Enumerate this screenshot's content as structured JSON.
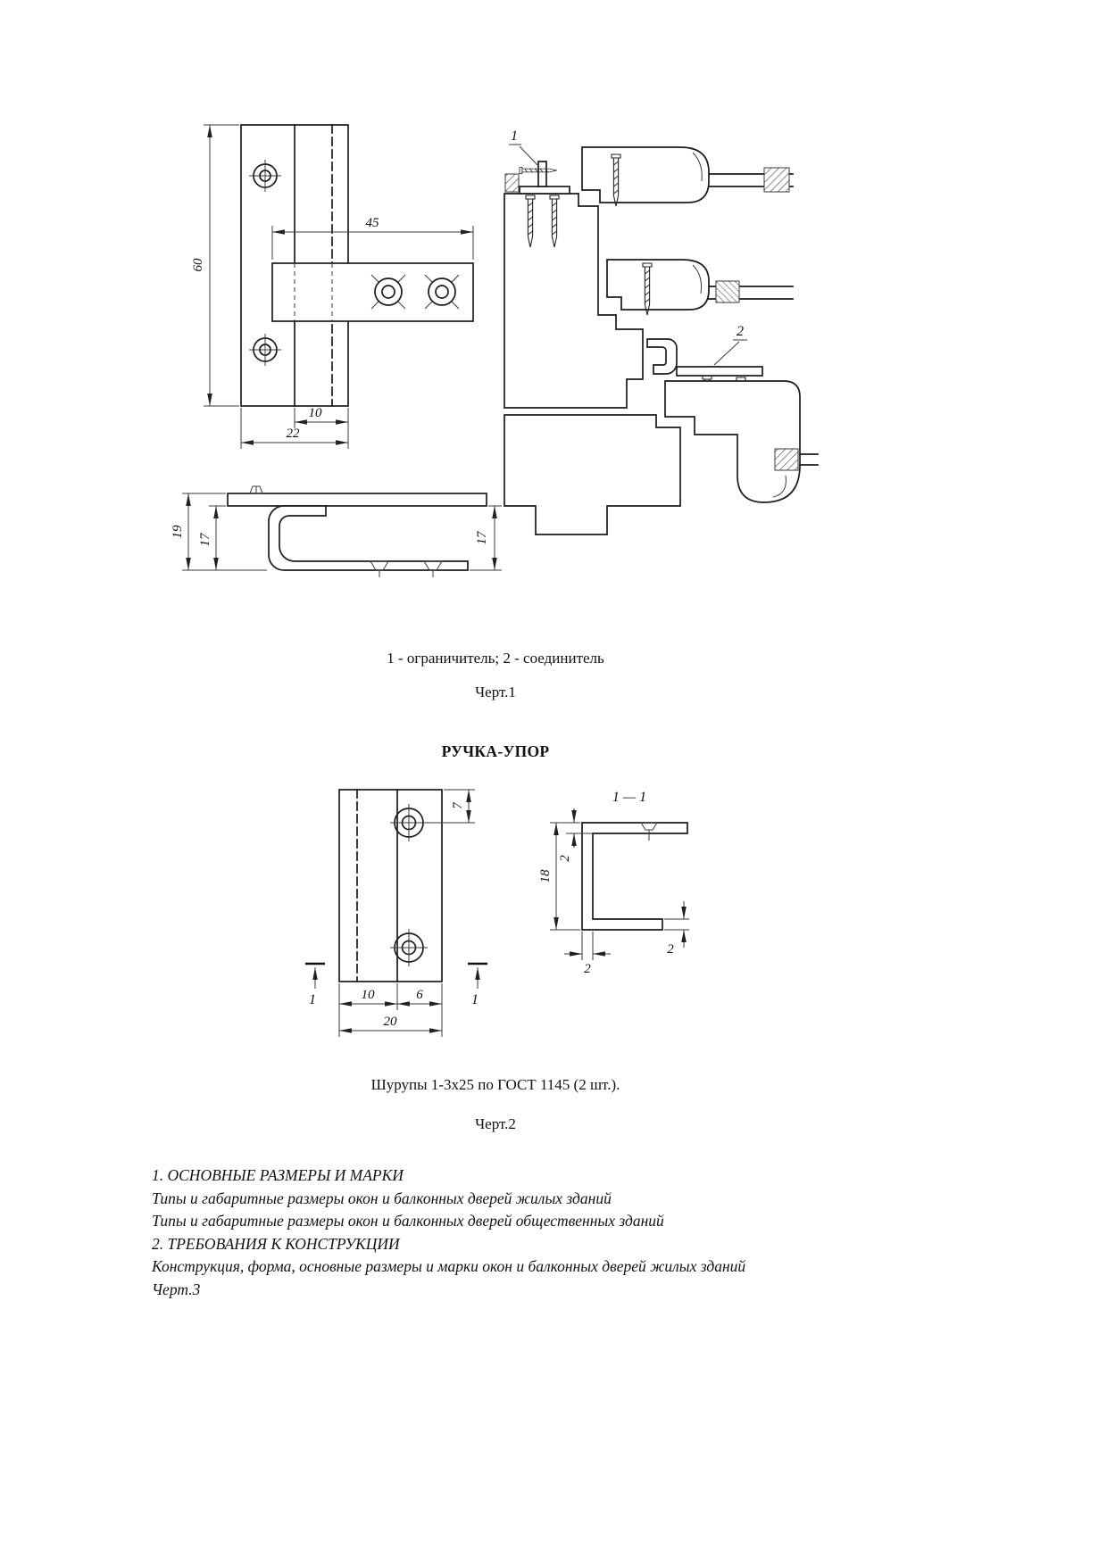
{
  "page": {
    "bg": "#ffffff",
    "ink": "#1b1b1b"
  },
  "figure1": {
    "caption": "1 - ограничитель; 2 - соединитель",
    "fig_label": "Черт.1",
    "callout_1": "1",
    "callout_2": "2",
    "dims": {
      "width_45": "45",
      "height_60": "60",
      "width_10": "10",
      "width_22": "22",
      "height_19": "19",
      "height_17_left": "17",
      "height_17_right": "17"
    }
  },
  "section_handle": {
    "heading": "РУЧКА-УПОР",
    "figure2": {
      "caption": "Шурупы 1-3х25 по ГОСТ 1145 (2 шт.).",
      "fig_label": "Черт.2",
      "section_title": "1 — 1",
      "section_mark_left": "1",
      "section_mark_right": "1",
      "dims": {
        "height_7": "7",
        "height_18": "18",
        "thick_2_top": "2",
        "thick_2_web": "2",
        "thick_2_lip": "2",
        "width_10": "10",
        "width_6": "6",
        "width_20": "20"
      }
    }
  },
  "toc": {
    "lines": [
      "1. ОСНОВНЫЕ РАЗМЕРЫ И МАРКИ",
      "Типы и габаритные размеры окон и балконных дверей жилых зданий",
      "Типы и габаритные размеры окон и балконных дверей общественных зданий",
      "2. ТРЕБОВАНИЯ К КОНСТРУКЦИИ",
      "Конструкция, форма, основные размеры и марки окон и балконных дверей жилых зданий",
      "Черт.3"
    ]
  }
}
